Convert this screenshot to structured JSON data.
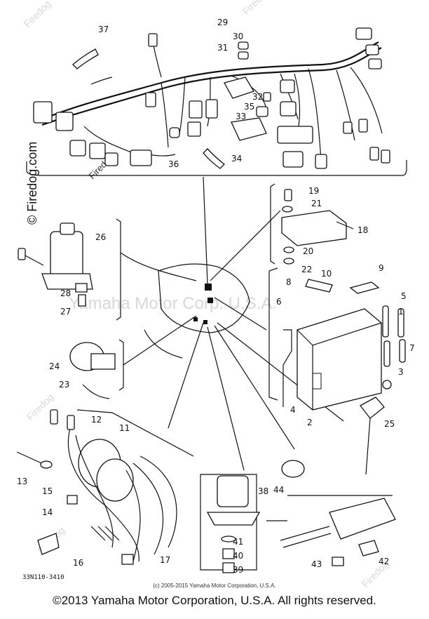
{
  "watermarks": {
    "brand": "© Firedog.com",
    "brand_short": "Firedog",
    "center": "Yamaha Motor Corp. U.S.A."
  },
  "catalog_number": "33N110-3410",
  "diagram_copyright": "(c) 2005-2015 Yamaha Motor Corporation, U.S.A.",
  "footer_copyright": "©2013 Yamaha Motor Corporation, U.S.A. All rights reserved.",
  "callouts": [
    "37",
    "29",
    "30",
    "31",
    "32",
    "35",
    "33",
    "34",
    "36",
    "19",
    "21",
    "18",
    "20",
    "22",
    "26",
    "28",
    "27",
    "10",
    "9",
    "8",
    "6",
    "5",
    "1",
    "7",
    "3",
    "4",
    "2",
    "24",
    "23",
    "25",
    "12",
    "11",
    "13",
    "15",
    "14",
    "16",
    "17",
    "38",
    "44",
    "41",
    "40",
    "39",
    "43",
    "42"
  ]
}
